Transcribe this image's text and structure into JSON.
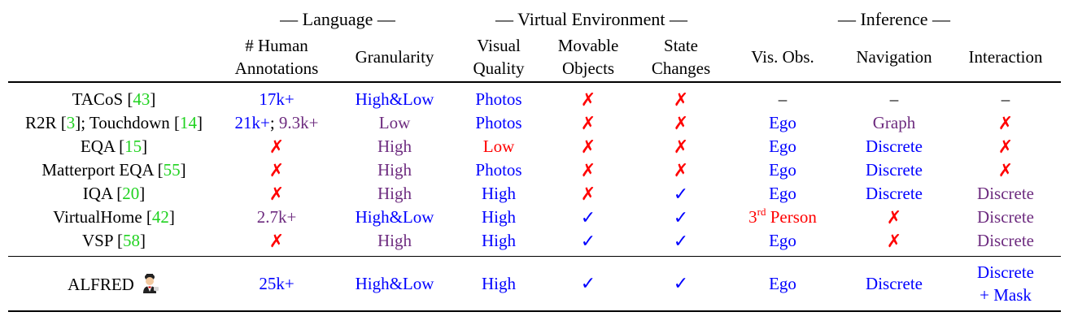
{
  "groups": {
    "language": "— Language —",
    "virtual_environment": "— Virtual Environment —",
    "inference": "— Inference —"
  },
  "headers": {
    "human_annotations": [
      "# Human",
      "Annotations"
    ],
    "granularity": "Granularity",
    "visual_quality": [
      "Visual",
      "Quality"
    ],
    "movable_objects": [
      "Movable",
      "Objects"
    ],
    "state_changes": [
      "State",
      "Changes"
    ],
    "vis_obs": "Vis. Obs.",
    "navigation": "Navigation",
    "interaction": "Interaction"
  },
  "symbols": {
    "cross": "✗",
    "check": "✓",
    "dash": "–"
  },
  "colors": {
    "blue": "#0000ff",
    "purple": "#6d2b7f",
    "red": "#ff0000",
    "green_ref": "#1fd21f"
  },
  "rows": [
    {
      "name": "TACoS",
      "ref": "43",
      "annotations": "17k+",
      "granularity": "High&Low",
      "visual_quality": "Photos",
      "movable": "✗",
      "state": "✗",
      "vis_obs": "–",
      "navigation": "–",
      "interaction": "–"
    },
    {
      "name": "R2R",
      "ref": "3",
      "name2": "; Touchdown",
      "ref2": "14",
      "annotations": "21k+",
      "annotations_sep": ";",
      "annotations2": "9.3k+",
      "granularity": "Low",
      "visual_quality": "Photos",
      "movable": "✗",
      "state": "✗",
      "vis_obs": "Ego",
      "navigation": "Graph",
      "interaction": "✗"
    },
    {
      "name": "EQA",
      "ref": "15",
      "annotations": "✗",
      "granularity": "High",
      "visual_quality": "Low",
      "movable": "✗",
      "state": "✗",
      "vis_obs": "Ego",
      "navigation": "Discrete",
      "interaction": "✗"
    },
    {
      "name": "Matterport EQA",
      "ref": "55",
      "annotations": "✗",
      "granularity": "High",
      "visual_quality": "Photos",
      "movable": "✗",
      "state": "✗",
      "vis_obs": "Ego",
      "navigation": "Discrete",
      "interaction": "✗"
    },
    {
      "name": "IQA",
      "ref": "20",
      "annotations": "✗",
      "granularity": "High",
      "visual_quality": "High",
      "movable": "✗",
      "state": "✓",
      "vis_obs": "Ego",
      "navigation": "Discrete",
      "interaction": "Discrete"
    },
    {
      "name": "VirtualHome",
      "ref": "42",
      "annotations": "2.7k+",
      "granularity": "High&Low",
      "visual_quality": "High",
      "movable": "✓",
      "state": "✓",
      "vis_obs_num": "3",
      "vis_obs_sup": "rd",
      "vis_obs_rest": " Person",
      "navigation": "✗",
      "interaction": "Discrete"
    },
    {
      "name": "VSP",
      "ref": "58",
      "annotations": "✗",
      "granularity": "High",
      "visual_quality": "High",
      "movable": "✓",
      "state": "✓",
      "vis_obs": "Ego",
      "navigation": "✗",
      "interaction": "Discrete"
    }
  ],
  "alfred": {
    "name": "ALFRED",
    "annotations": "25k+",
    "granularity": "High&Low",
    "visual_quality": "High",
    "movable": "✓",
    "state": "✓",
    "vis_obs": "Ego",
    "navigation": "Discrete",
    "interaction_line1": "Discrete",
    "interaction_line2": "+ Mask"
  }
}
